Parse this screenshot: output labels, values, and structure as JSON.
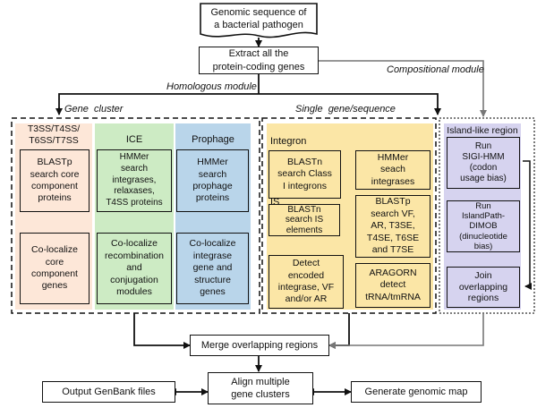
{
  "top": {
    "genome": "Genomic sequence of\na bacterial pathogen",
    "extract": "Extract all the\nprotein-coding genes",
    "homologous_label": "Homologous module",
    "compositional_label": "Compositional module",
    "gene_cluster_label": "Gene  cluster",
    "single_gene_label": "Single  gene/sequence"
  },
  "t3ss": {
    "title": "T3SS/T4SS/\nT6SS/T7SS",
    "box1": "BLASTp\nsearch core\ncomponent\nproteins",
    "box2": "Co-localize\ncore\ncomponent\ngenes"
  },
  "ice": {
    "title": "ICE",
    "box1": "HMMer\nsearch\nintegrases,\nrelaxases,\nT4SS proteins",
    "box2": "Co-localize\nrecombination\nand\nconjugation\nmodules"
  },
  "prophage": {
    "title": "Prophage",
    "box1": "HMMer\nsearch\nprophage\nproteins",
    "box2": "Co-localize\nintegrase\ngene and\nstructure\ngenes"
  },
  "single": {
    "integron": "Integron",
    "blastn_class": "BLASTn\nsearch Class\nI integrons",
    "is_label": "IS",
    "blastn_is": "BLASTn\nsearch IS\nelements",
    "detect": "Detect\nencoded\nintegrase, VF\nand/or AR",
    "hmmer_int": "HMMer\nseach\nintegrases",
    "blastp_vf": "BLASTp\nsearch VF,\nAR, T3SE,\nT4SE, T6SE\nand  T7SE",
    "aragorn": "ARAGORN\ndetect\ntRNA/tmRNA"
  },
  "island": {
    "title": "Island-like region",
    "sigi": "Run\nSIGI-HMM\n(codon\nusage bias)",
    "islandpath": "Run\nIslandPath-DIMOB\n(dinucleotide\nbias)",
    "join": "Join\noverlapping\nregions"
  },
  "bottom": {
    "merge": "Merge overlapping regions",
    "align": "Align multiple\ngene clusters",
    "output": "Output GenBank files",
    "map": "Generate genomic map"
  },
  "colors": {
    "peach": "#fde7d8",
    "green": "#cdebc4",
    "blue": "#b9d5ea",
    "yellow": "#fbe6a6",
    "lavender": "#d6d3ef",
    "gray_arrow": "#777777"
  }
}
